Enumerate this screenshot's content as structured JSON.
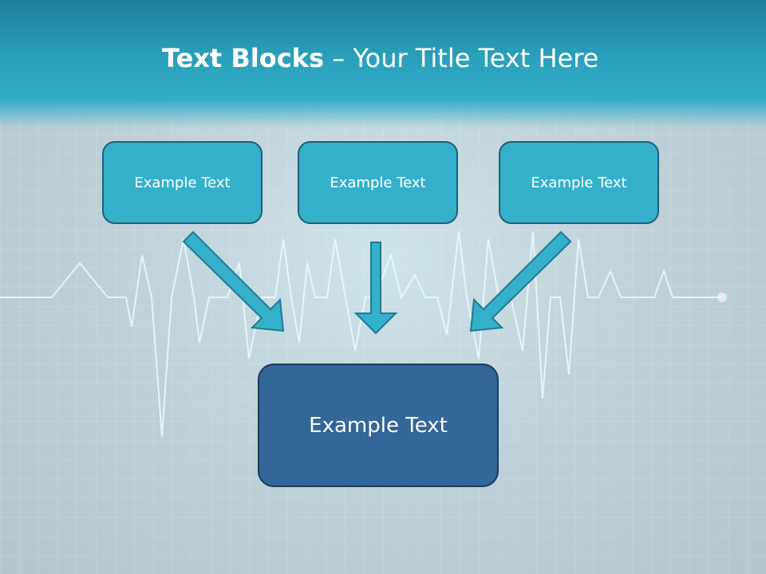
{
  "slide": {
    "title_bold": "Text Blocks",
    "title_rest": " – Your Title Text Here",
    "top_boxes": [
      {
        "label": "Example Text"
      },
      {
        "label": "Example Text"
      },
      {
        "label": "Example Text"
      }
    ],
    "main_box": {
      "label": "Example Text"
    }
  },
  "colors": {
    "box": "#35b0cb",
    "main_box": "#336699",
    "header": "#2aa0bb"
  }
}
